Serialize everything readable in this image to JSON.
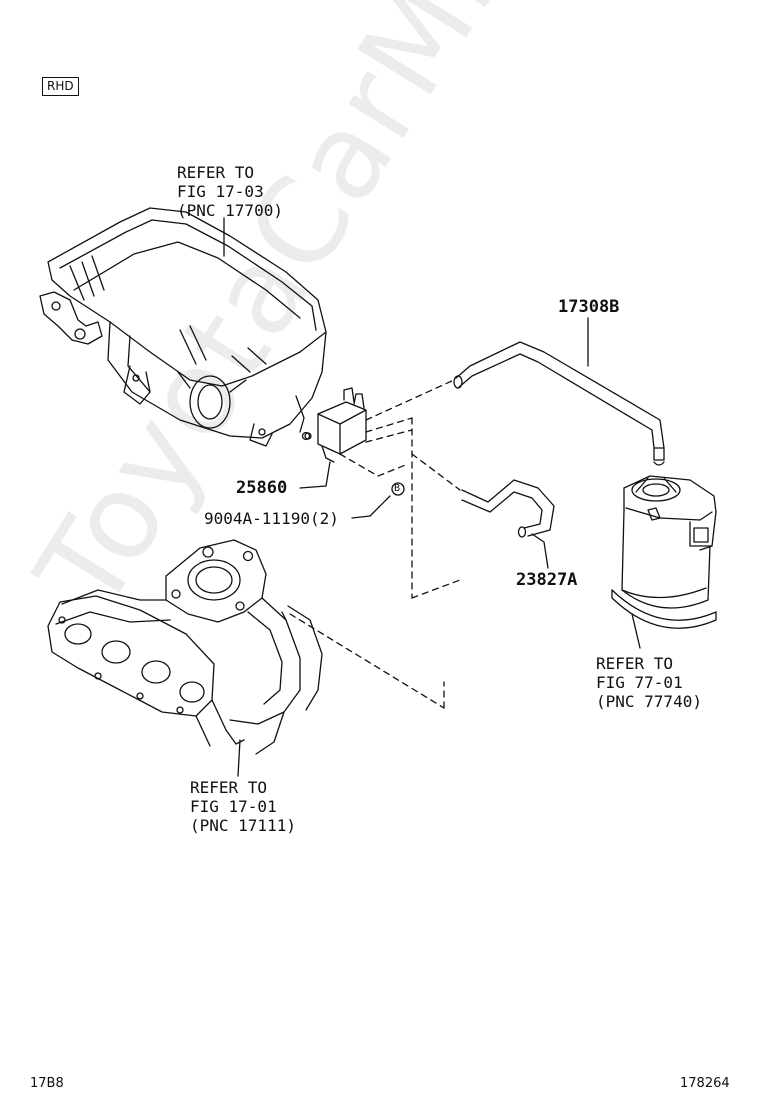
{
  "badge": "RHD",
  "watermark": "ToyotaCarMine.ru",
  "callouts": {
    "hose_top": "17308B",
    "vsv": "25860",
    "bolt": "9004A-11190(2)",
    "bolt_marker": "B",
    "hose_lower": "23827A"
  },
  "refs": {
    "air_cleaner": {
      "line1": "REFER TO",
      "line2": "FIG 17-03",
      "line3": "(PNC 17700)"
    },
    "canister": {
      "line1": "REFER TO",
      "line2": "FIG 77-01",
      "line3": "(PNC 77740)"
    },
    "manifold": {
      "line1": "REFER TO",
      "line2": "FIG 17-01",
      "line3": "(PNC 17111)"
    }
  },
  "footer": {
    "left_code": "17B8",
    "right_code": "178264"
  },
  "colors": {
    "ink": "#111111",
    "watermark": "#ececec",
    "background": "#ffffff"
  }
}
